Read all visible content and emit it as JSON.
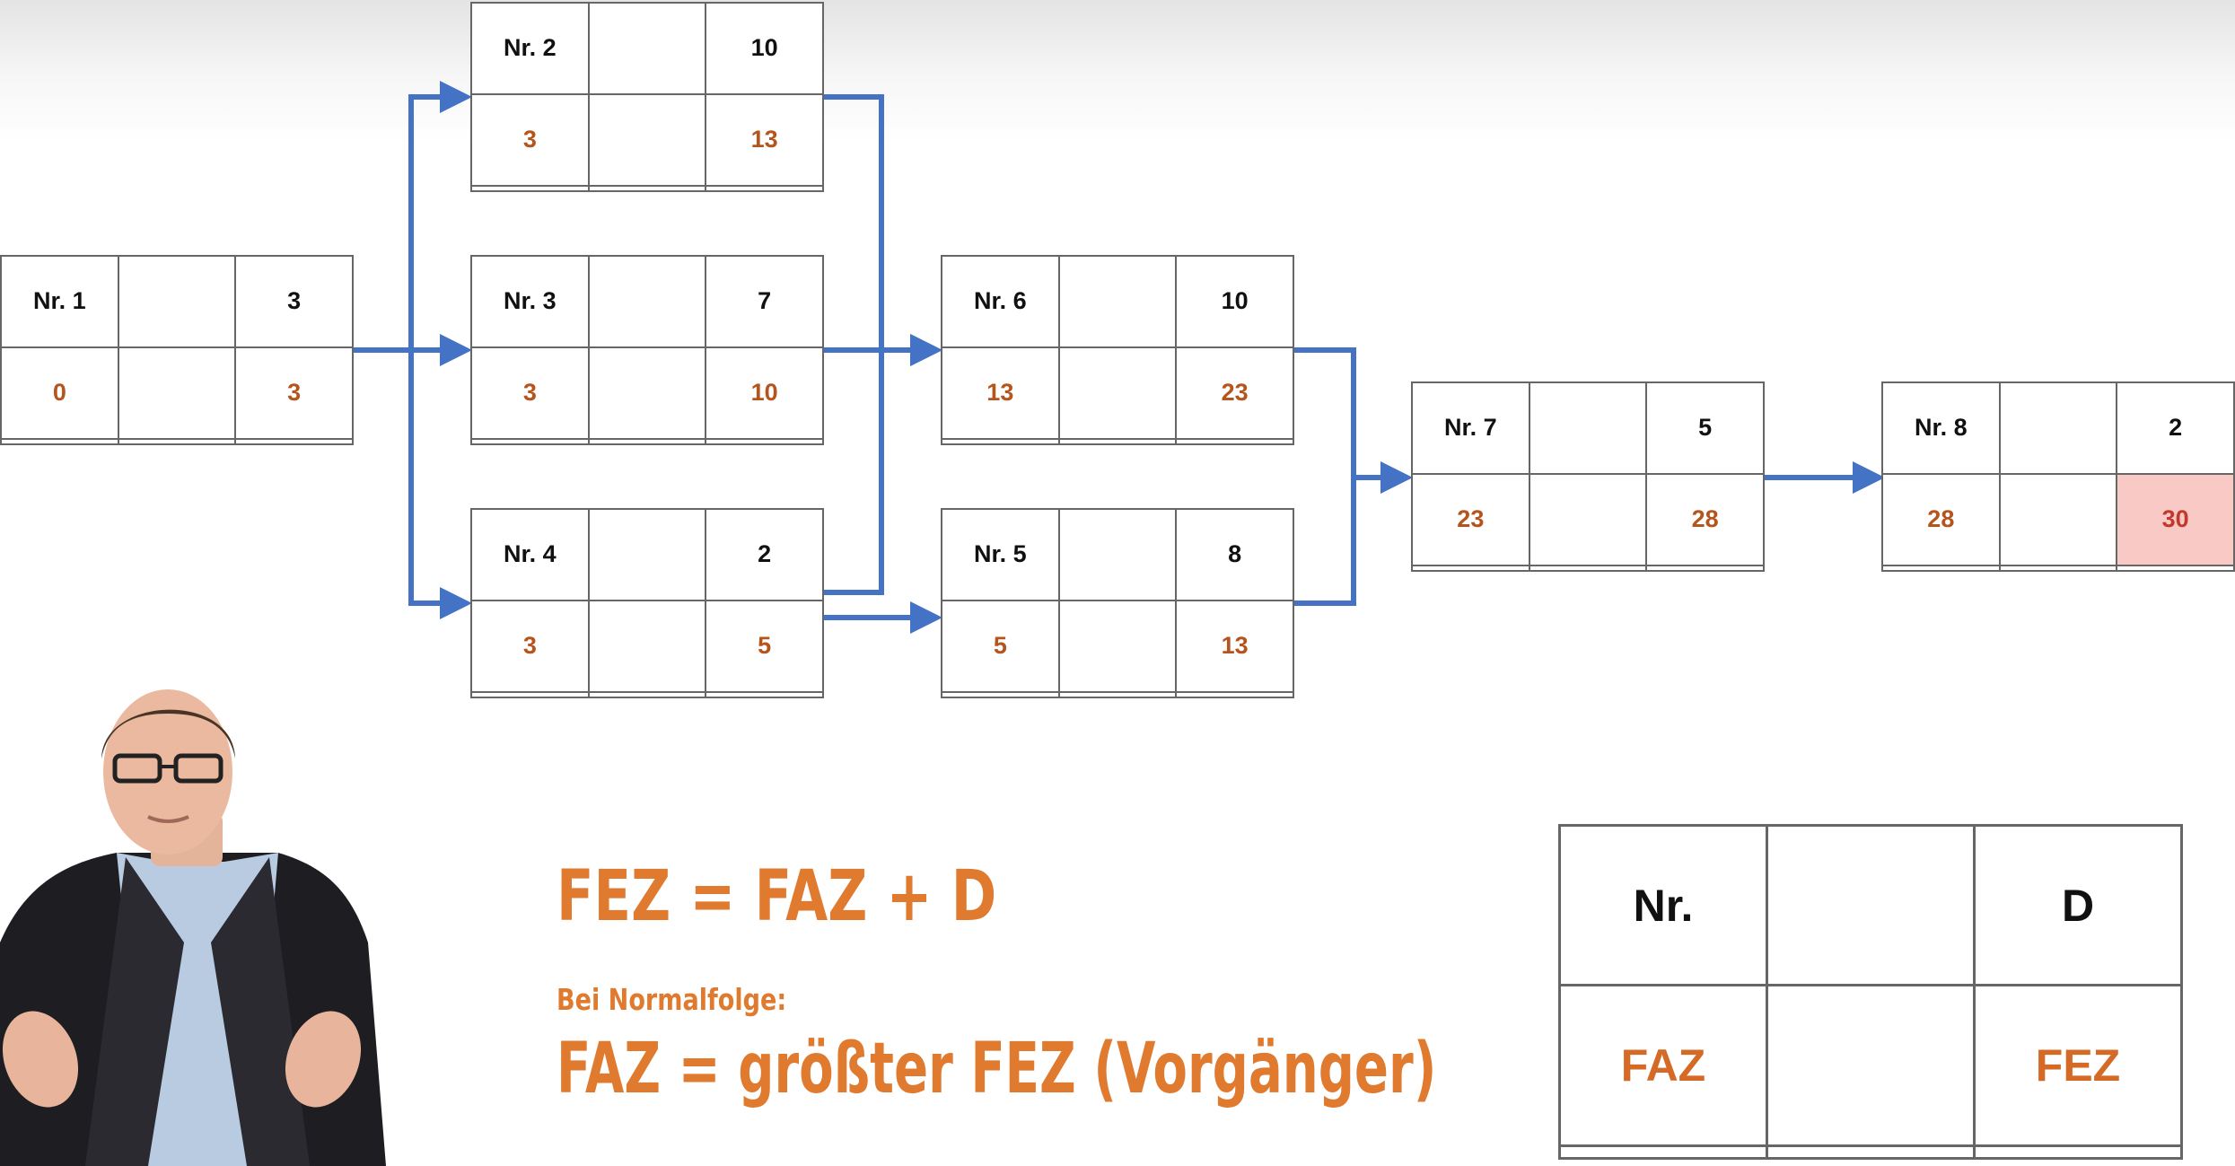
{
  "nodes": [
    {
      "id": "n1",
      "nr": "Nr. 1",
      "d": "3",
      "faz": "0",
      "fez": "3"
    },
    {
      "id": "n2",
      "nr": "Nr. 2",
      "d": "10",
      "faz": "3",
      "fez": "13"
    },
    {
      "id": "n3",
      "nr": "Nr. 3",
      "d": "7",
      "faz": "3",
      "fez": "10"
    },
    {
      "id": "n4",
      "nr": "Nr. 4",
      "d": "2",
      "faz": "3",
      "fez": "5"
    },
    {
      "id": "n6",
      "nr": "Nr. 6",
      "d": "10",
      "faz": "13",
      "fez": "23"
    },
    {
      "id": "n5",
      "nr": "Nr. 5",
      "d": "8",
      "faz": "5",
      "fez": "13"
    },
    {
      "id": "n7",
      "nr": "Nr. 7",
      "d": "5",
      "faz": "23",
      "fez": "28"
    },
    {
      "id": "n8",
      "nr": "Nr. 8",
      "d": "2",
      "faz": "28",
      "fez": "30"
    }
  ],
  "formulas": {
    "fez_rule": "FEZ = FAZ + D",
    "normalfolge_label": "Bei Normalfolge:",
    "faz_rule": "FAZ = größter FEZ (Vorgänger)"
  },
  "legend": {
    "nr": "Nr.",
    "d": "D",
    "faz": "FAZ",
    "fez": "FEZ"
  },
  "colors": {
    "arrow": "#4472c4",
    "value": "#b5541b",
    "formula": "#e07a2e",
    "highlight": "#f9c9c5"
  }
}
